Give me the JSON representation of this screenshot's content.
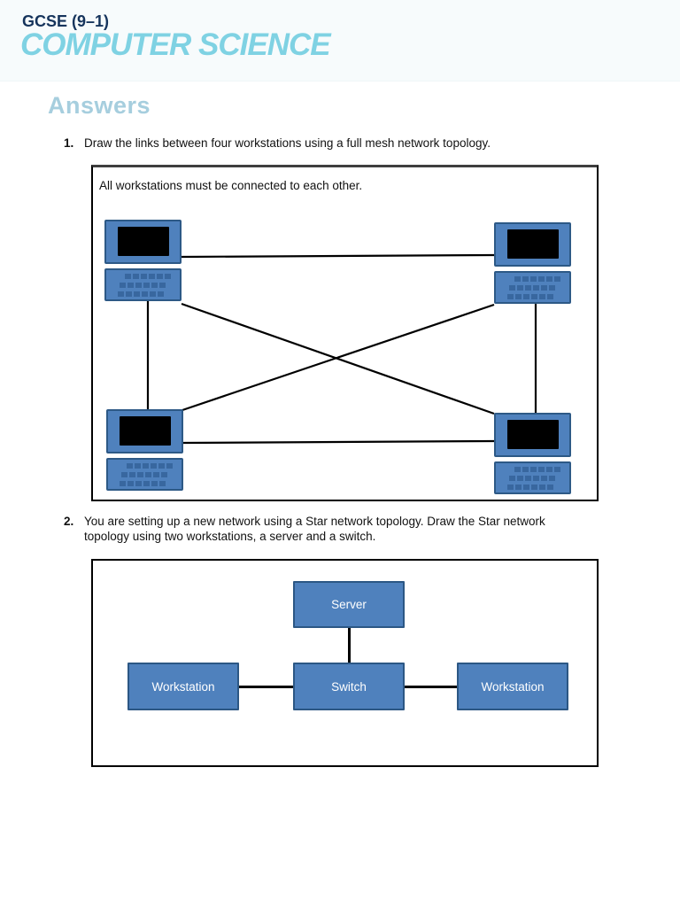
{
  "header": {
    "qualification": "GCSE (9–1)",
    "subject": "COMPUTER SCIENCE"
  },
  "page_heading": "Answers",
  "question1": {
    "number": "1.",
    "text": "Draw the links between four workstations using a full mesh network topology.",
    "answer_note": "All workstations must be connected to each other.",
    "diagram": {
      "type": "full-mesh-network",
      "nodes": [
        "workstation",
        "workstation",
        "workstation",
        "workstation"
      ],
      "links": [
        [
          "top-left",
          "top-right"
        ],
        [
          "top-left",
          "bottom-left"
        ],
        [
          "top-right",
          "bottom-right"
        ],
        [
          "bottom-left",
          "bottom-right"
        ],
        [
          "top-left",
          "bottom-right"
        ],
        [
          "top-right",
          "bottom-left"
        ]
      ]
    }
  },
  "question2": {
    "number": "2.",
    "text": "You are setting up a new network using a Star network topology. Draw the Star network topology using two workstations, a server and a switch.",
    "diagram": {
      "type": "star-network",
      "nodes": {
        "server": "Server",
        "switch": "Switch",
        "workstation_left": "Workstation",
        "workstation_right": "Workstation"
      },
      "links": [
        [
          "Server",
          "Switch"
        ],
        [
          "Workstation",
          "Switch"
        ],
        [
          "Workstation",
          "Switch"
        ]
      ]
    }
  },
  "colors": {
    "brand_navy": "#16345c",
    "brand_cyan": "#7fd2e3",
    "heading_blue": "#a6cede",
    "node_fill": "#4f81bd",
    "node_border": "#2c5784",
    "link_line": "#000000"
  }
}
